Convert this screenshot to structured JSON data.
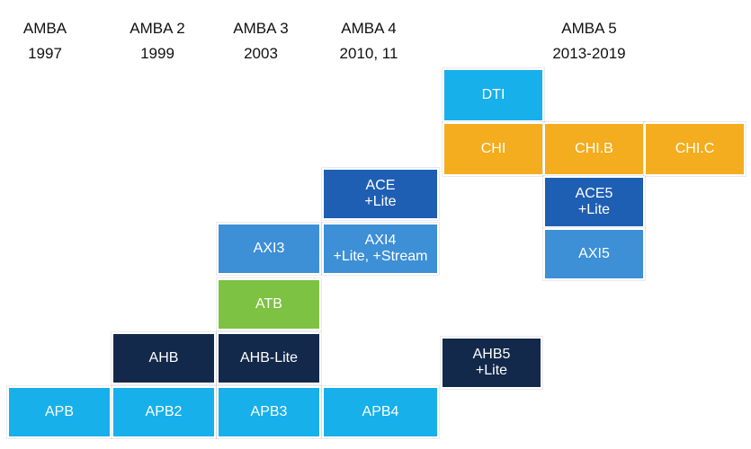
{
  "colors": {
    "light_blue": "#17b0ea",
    "mid_blue": "#3d8fd6",
    "dark_blue": "#1f5fb3",
    "navy": "#13294b",
    "green": "#7dc242",
    "orange": "#f3ad1e"
  },
  "generations": [
    {
      "name": "AMBA",
      "year": "1997"
    },
    {
      "name": "AMBA 2",
      "year": "1999"
    },
    {
      "name": "AMBA 3",
      "year": "2003"
    },
    {
      "name": "AMBA 4",
      "year": "2010, 11"
    },
    {
      "name": "AMBA 5",
      "year": "2013-2019"
    }
  ],
  "blocks": [
    {
      "id": "apb",
      "lines": [
        "APB"
      ],
      "color": "light_blue"
    },
    {
      "id": "apb2",
      "lines": [
        "APB2"
      ],
      "color": "light_blue"
    },
    {
      "id": "ahb",
      "lines": [
        "AHB"
      ],
      "color": "navy"
    },
    {
      "id": "apb3",
      "lines": [
        "APB3"
      ],
      "color": "light_blue"
    },
    {
      "id": "ahb-lite",
      "lines": [
        "AHB-Lite"
      ],
      "color": "navy"
    },
    {
      "id": "atb",
      "lines": [
        "ATB"
      ],
      "color": "green"
    },
    {
      "id": "axi3",
      "lines": [
        "AXI3"
      ],
      "color": "mid_blue"
    },
    {
      "id": "apb4",
      "lines": [
        "APB4"
      ],
      "color": "light_blue"
    },
    {
      "id": "axi4",
      "lines": [
        "AXI4",
        "+Lite, +Stream"
      ],
      "color": "mid_blue"
    },
    {
      "id": "ace",
      "lines": [
        "ACE",
        "+Lite"
      ],
      "color": "dark_blue"
    },
    {
      "id": "ahb5",
      "lines": [
        "AHB5",
        "+Lite"
      ],
      "color": "navy"
    },
    {
      "id": "dti",
      "lines": [
        "DTI"
      ],
      "color": "light_blue"
    },
    {
      "id": "chi",
      "lines": [
        "CHI"
      ],
      "color": "orange"
    },
    {
      "id": "chi-b",
      "lines": [
        "CHI.B"
      ],
      "color": "orange"
    },
    {
      "id": "chi-c",
      "lines": [
        "CHI.C"
      ],
      "color": "orange"
    },
    {
      "id": "ace5",
      "lines": [
        "ACE5",
        "+Lite"
      ],
      "color": "dark_blue"
    },
    {
      "id": "axi5",
      "lines": [
        "AXI5"
      ],
      "color": "mid_blue"
    }
  ]
}
